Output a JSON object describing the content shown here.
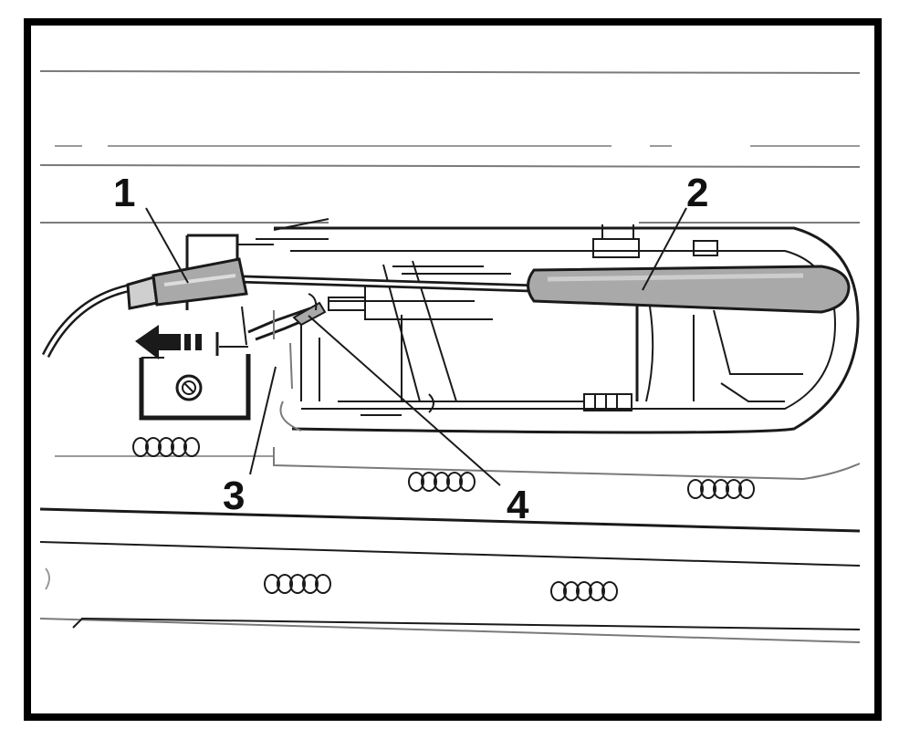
{
  "diagram": {
    "callouts": [
      {
        "id": "1",
        "label": "1"
      },
      {
        "id": "2",
        "label": "2"
      },
      {
        "id": "3",
        "label": "3"
      },
      {
        "id": "4",
        "label": "4"
      }
    ],
    "colors": {
      "frame": "#000000",
      "line": "#1a1a1a",
      "part_fill": "#a9a9a9",
      "part_light": "#cfcfcf",
      "background": "#ffffff"
    },
    "icons": [
      "arrow-left-icon",
      "screw-icon"
    ]
  }
}
